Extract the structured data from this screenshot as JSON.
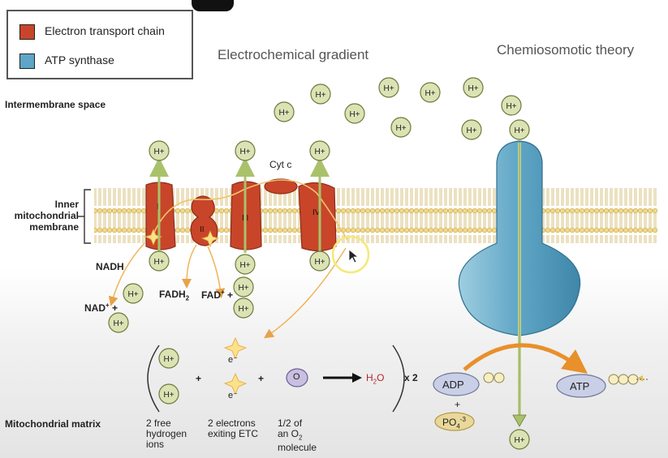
{
  "legend": {
    "items": [
      {
        "label": "Electron transport chain",
        "color": "#c8452a"
      },
      {
        "label": "ATP synthase",
        "color": "#5ea5c6"
      }
    ]
  },
  "headings": {
    "gradient": "Electrochemical gradient",
    "chemiosmotic": "Chemiosomotic theory"
  },
  "regions": {
    "intermembrane": "Intermembrane space",
    "inner_membrane": [
      "Inner",
      "mitochondrial",
      "membrane"
    ],
    "matrix": "Mitochondrial matrix"
  },
  "complexes": [
    "I",
    "II",
    "III",
    "IV"
  ],
  "labels": {
    "cyt_c": "Cyt c",
    "nadh": "NADH",
    "nad": "NAD",
    "fadh2": "FADH",
    "fad": "FAD",
    "h_plus": "H+",
    "electron": "e⁻",
    "oxygen": "O",
    "water": "H",
    "x2": "x 2",
    "adp": "ADP",
    "atp": "ATP",
    "po4": "PO",
    "plus": "+"
  },
  "captions": {
    "hydrogen": [
      "2 free",
      "hydrogen",
      "ions"
    ],
    "electrons": [
      "2 electrons",
      "exiting ETC"
    ],
    "oxygen": [
      "1/2 of",
      "an O",
      "molecule"
    ]
  },
  "colors": {
    "membrane_head": "#f0d98c",
    "etc": "#c8452a",
    "atp_synthase": "#5ea5c6",
    "proton_fill": "#dbe3b4",
    "proton_stroke": "#6d7a3c",
    "arrow_green": "#a9c26a",
    "arrow_orange": "#e8902a",
    "highlight": "#f4e97a"
  }
}
